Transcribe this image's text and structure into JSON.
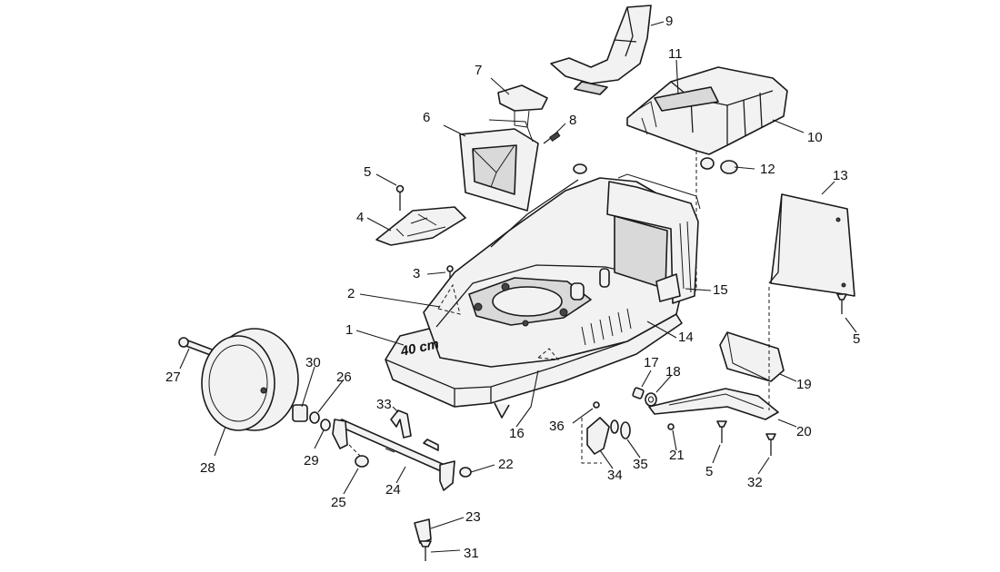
{
  "diagram": {
    "deck_marking": "40 cm",
    "labels": {
      "p1": "1",
      "p2": "2",
      "p3": "3",
      "p4": "4",
      "p5a": "5",
      "p5b": "5",
      "p5c": "5",
      "p6": "6",
      "p7": "7",
      "p8": "8",
      "p9": "9",
      "p10": "10",
      "p11": "11",
      "p12": "12",
      "p13": "13",
      "p14": "14",
      "p15": "15",
      "p16": "16",
      "p17": "17",
      "p18": "18",
      "p19": "19",
      "p20": "20",
      "p21": "21",
      "p22": "22",
      "p23": "23",
      "p24": "24",
      "p25": "25",
      "p26": "26",
      "p27": "27",
      "p28": "28",
      "p29": "29",
      "p30": "30",
      "p31": "31",
      "p32": "32",
      "p33": "33",
      "p34": "34",
      "p35": "35",
      "p36": "36"
    }
  }
}
